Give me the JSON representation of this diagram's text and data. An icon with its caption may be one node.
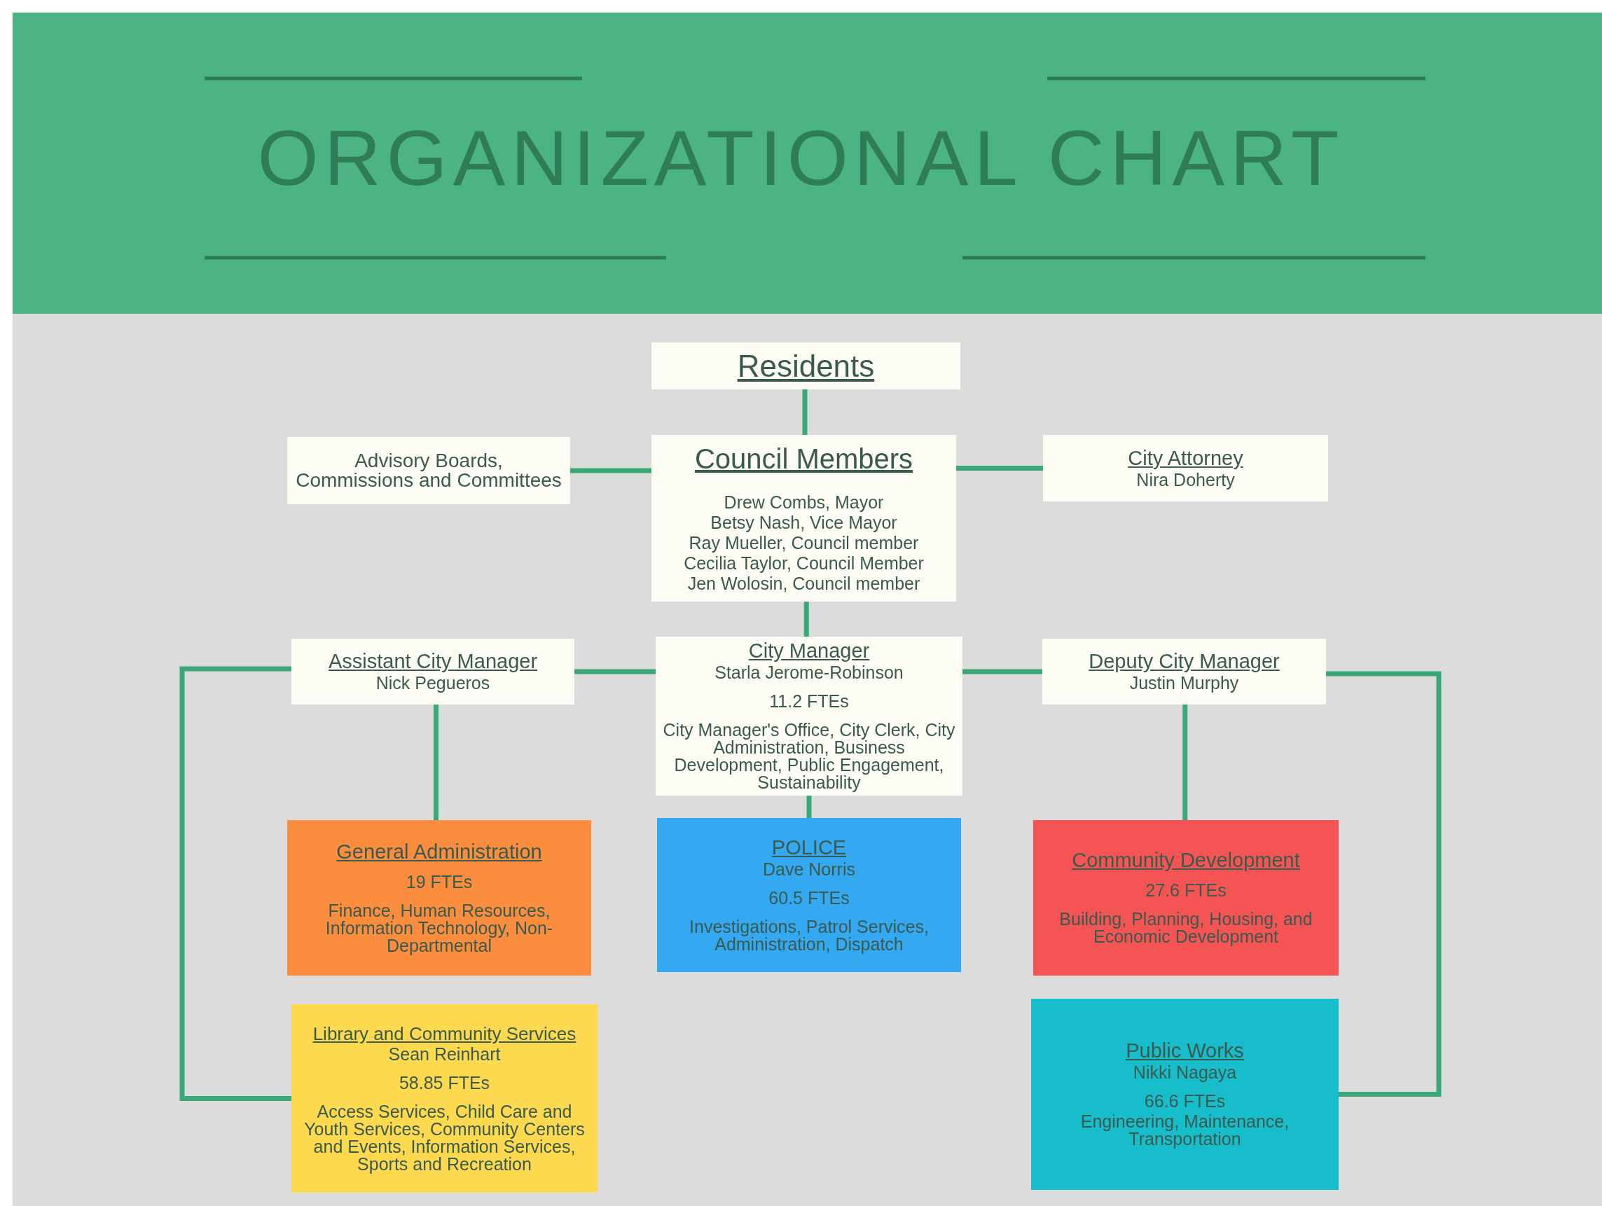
{
  "diagram": {
    "title": "ORGANIZATIONAL CHART",
    "nodes": [
      {
        "text": [
          "Residents"
        ]
      },
      {
        "text": [
          "Advisory Boards, Commissions and Committees"
        ]
      },
      {
        "text": [
          "Council Members",
          "Drew Combs, Mayor",
          "Betsy Nash, Vice Mayor",
          "Ray Mueller, Council member",
          "Cecilia Taylor, Council Member",
          "Jen Wolosin, Council member"
        ]
      },
      {
        "text": [
          "City Attorney",
          "Nira Doherty"
        ]
      },
      {
        "text": [
          "Assistant City Manager",
          "Nick Pegueros"
        ]
      },
      {
        "text": [
          "City Manager",
          "Starla Jerome-Robinson",
          "11.2 FTEs",
          "City Manager's Office, City Clerk, City Administration, Business Development, Public Engagement, Sustainability"
        ]
      },
      {
        "text": [
          "Deputy City Manager",
          "Justin Murphy"
        ]
      },
      {
        "text": [
          "General Administration",
          "19 FTEs",
          "Finance, Human Resources, Information Technology, Non-Departmental"
        ]
      },
      {
        "text": [
          "POLICE",
          "Dave Norris",
          "60.5 FTEs",
          "Investigations, Patrol Services, Administration, Dispatch"
        ]
      },
      {
        "text": [
          "Community Development",
          "27.6 FTEs",
          "Building, Planning, Housing, and Economic Development"
        ]
      },
      {
        "text": [
          "Library and Community Services",
          "Sean Reinhart",
          "58.85 FTEs",
          "Access Services, Child Care and Youth Services, Community Centers and Events, Information Services, Sports and Recreation"
        ]
      },
      {
        "text": [
          "Public Works",
          "Nikki Nagaya",
          "66.6 FTEs",
          "Engineering, Maintenance, Transportation"
        ]
      }
    ],
    "edges": [
      {
        "from": 0,
        "to": 2,
        "arrow": "none"
      },
      {
        "from": 2,
        "to": 1,
        "arrow": "none"
      },
      {
        "from": 2,
        "to": 3,
        "arrow": "none"
      },
      {
        "from": 2,
        "to": 5,
        "arrow": "none"
      },
      {
        "from": 5,
        "to": 4,
        "arrow": "none"
      },
      {
        "from": 5,
        "to": 6,
        "arrow": "none"
      },
      {
        "from": 4,
        "to": 7,
        "arrow": "none"
      },
      {
        "from": 5,
        "to": 8,
        "arrow": "none"
      },
      {
        "from": 6,
        "to": 9,
        "arrow": "none"
      },
      {
        "from": 4,
        "to": 10,
        "arrow": "none"
      },
      {
        "from": 6,
        "to": 11,
        "arrow": "none"
      }
    ]
  }
}
